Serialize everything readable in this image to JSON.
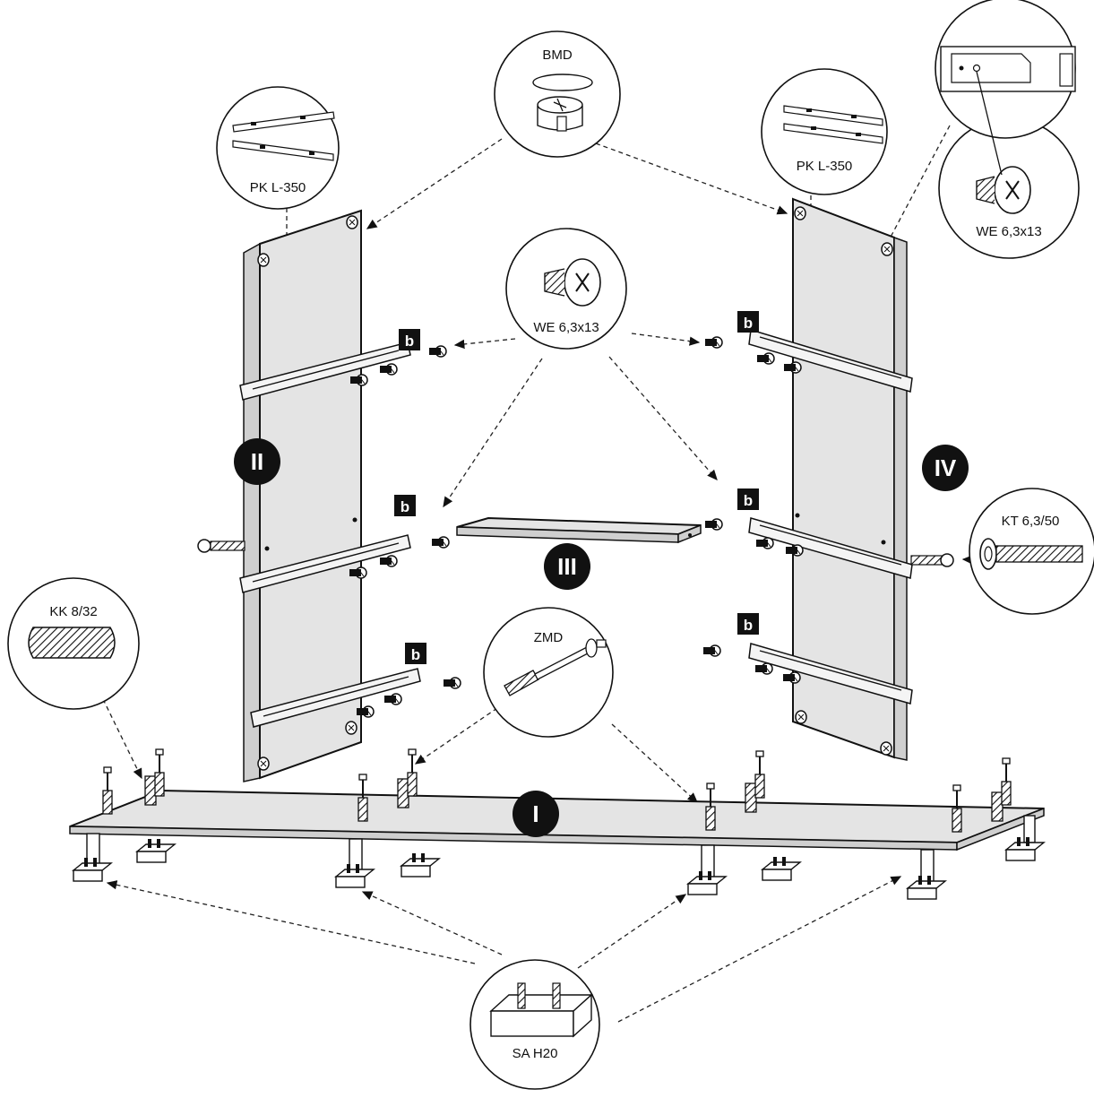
{
  "colors": {
    "ink": "#111111",
    "panel": "#e4e4e4",
    "paper": "#ffffff"
  },
  "parts": {
    "bottom": "I",
    "left_side": "II",
    "shelf": "III",
    "right_side": "IV"
  },
  "hardware": {
    "bmd": "BMD",
    "pk_left": "PK L-350",
    "pk_right": "PK L-350",
    "we_center": "WE 6,3x13",
    "we_detail": "WE 6,3x13",
    "kt": "KT 6,3/50",
    "kk": "KK 8/32",
    "zmd": "ZMD",
    "sa": "SA H20"
  },
  "badge_b": "b"
}
